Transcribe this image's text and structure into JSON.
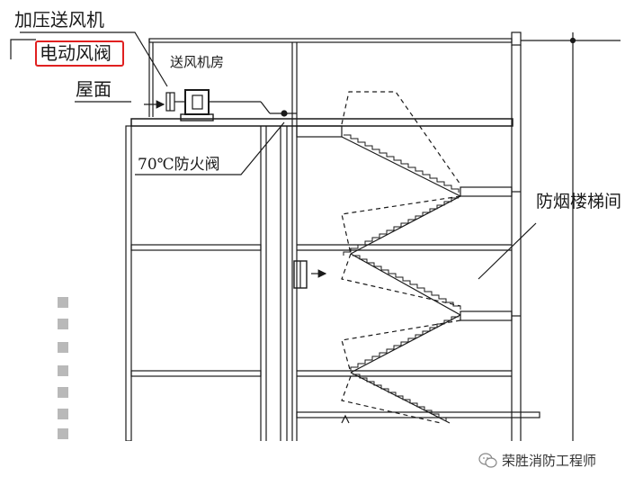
{
  "labels": {
    "pressurized_fan": "加压送风机",
    "electric_damper": "电动风阀",
    "roof": "屋面",
    "fan_room": "送风机房",
    "fire_damper_70": "70℃防火阀",
    "smoke_proof_stair": "防烟楼梯间"
  },
  "watermark": {
    "text": "荣胜消防工程师",
    "icon": "wechat-watermark-icon"
  },
  "colors": {
    "line": "#1a1a1a",
    "highlight": "#e02020",
    "blur": "#b9b9b9"
  }
}
